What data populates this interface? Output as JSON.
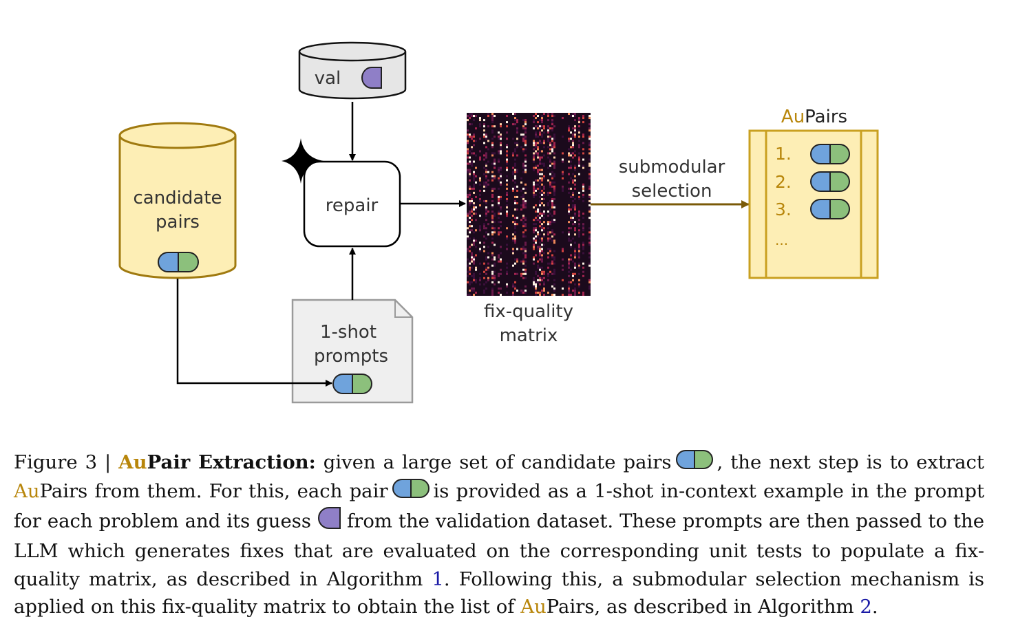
{
  "diagram": {
    "val_label": "val",
    "candidate_label_line1": "candidate",
    "candidate_label_line2": "pairs",
    "repair_label": "repair",
    "prompts_label_line1": "1-shot",
    "prompts_label_line2": "prompts",
    "matrix_label_line1": "fix-quality",
    "matrix_label_line2": "matrix",
    "arrow_label_line1": "submodular",
    "arrow_label_line2": "selection",
    "aupairs_title_au": "Au",
    "aupairs_title_rest": "Pairs",
    "aupairs_items": [
      "1.",
      "2.",
      "3."
    ],
    "aupairs_more": "..."
  },
  "caption": {
    "figure_label": "Figure 3 | ",
    "title_au": "Au",
    "title_rest": "Pair Extraction:",
    "t1": " given a large set of candidate pairs",
    "t2": ", the next step is to extract ",
    "au1": "Au",
    "t3": "Pairs from them. For this, each pair",
    "t4": "is provided as a 1-shot in-context example in the prompt for each problem and its guess",
    "t5": "from the validation dataset. These prompts are then passed to the LLM which generates fixes that are evaluated on the corresponding unit tests to populate a fix-quality matrix, as described in Algorithm ",
    "ref1": "1",
    "t6": ". Following this, a submodular selection mechanism is applied on this fix-quality matrix to obtain the list of ",
    "au2": "Au",
    "t7": "Pairs, as described in Algorithm ",
    "ref2": "2",
    "t8": "."
  },
  "colors": {
    "gold": "#b8860b",
    "cylinder_fill": "#fdeeb5",
    "cylinder_stroke": "#a07a10",
    "pill_blue": "#6fa3dc",
    "pill_green": "#8cc07c",
    "guess_purple": "#8f7fc7",
    "matrix_dark": "#1b0a1c"
  }
}
